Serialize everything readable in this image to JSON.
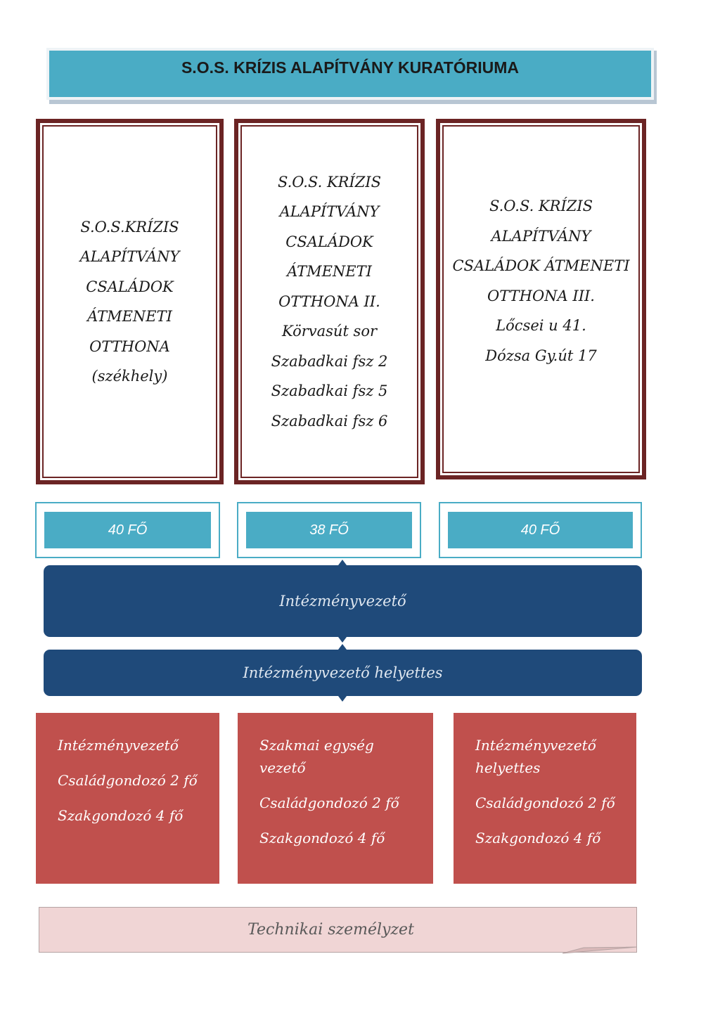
{
  "title": "S.O.S. KRÍZIS ALAPÍTVÁNY KURATÓRIUMA",
  "homes": [
    {
      "lines": [
        "S.O.S.KRÍZIS",
        "ALAPÍTVÁNY",
        "CSALÁDOK",
        "ÁTMENETI",
        "OTTHONA",
        "(székhely)"
      ]
    },
    {
      "lines": [
        "S.O.S. KRÍZIS",
        "ALAPÍTVÁNY",
        "CSALÁDOK",
        "ÁTMENETI",
        "OTTHONA II.",
        "Körvasút sor",
        "Szabadkai fsz 2",
        "Szabadkai fsz 5",
        "Szabadkai fsz 6"
      ]
    },
    {
      "lines": [
        "S.O.S. KRÍZIS",
        "ALAPÍTVÁNY",
        "CSALÁDOK ÁTMENETI",
        "OTTHONA III.",
        "Lőcsei u 41.",
        "Dózsa Gy.út 17"
      ]
    }
  ],
  "capacities": [
    "40 FŐ",
    "38 FŐ",
    "40 FŐ"
  ],
  "leader": "Intézményvezető",
  "deputy": "Intézményvezető helyettes",
  "staff": [
    {
      "lines": [
        "Intézményvezető",
        "Családgondozó 2 fő",
        "Szakgondozó 4 fő"
      ]
    },
    {
      "lines": [
        "Szakmai egység vezető",
        "Családgondozó 2 fő",
        "Szakgondozó 4 fő"
      ]
    },
    {
      "lines": [
        "Intézményvezető helyettes",
        "Családgondozó 2 fő",
        "Szakgondozó 4 fő"
      ]
    }
  ],
  "technical": "Technikai személyzet",
  "colors": {
    "title_bg": "#4aacc5",
    "home_border": "#6b2424",
    "capacity": "#4aacc5",
    "leadership": "#1f4a7a",
    "staff": "#c0504d",
    "technical_bg": "#f0d5d5"
  }
}
